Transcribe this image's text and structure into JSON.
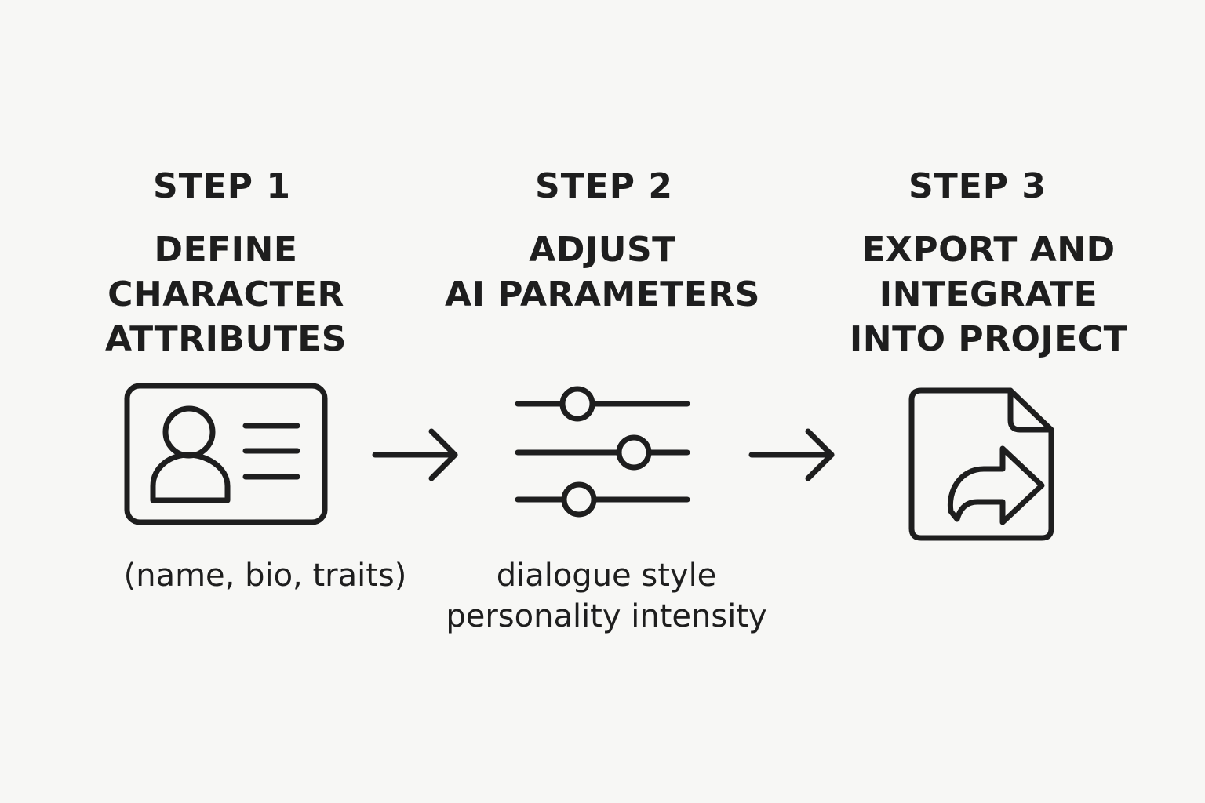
{
  "steps": [
    {
      "label": "STEP 1",
      "title_lines": [
        "DEFINE",
        "CHARACTER",
        "ATTRIBUTES"
      ],
      "icon": "id-card-icon",
      "note_lines": [
        "(name, bio, traits)"
      ]
    },
    {
      "label": "STEP 2",
      "title_lines": [
        "ADJUST",
        "AI PARAMETERS"
      ],
      "icon": "sliders-icon",
      "note_lines": [
        "dialogue style",
        "personality intensity"
      ]
    },
    {
      "label": "STEP 3",
      "title_lines": [
        "EXPORT AND",
        "INTEGRATE",
        "INTO PROJECT"
      ],
      "icon": "file-export-icon",
      "note_lines": []
    }
  ],
  "colors": {
    "background": "#f7f7f5",
    "ink": "#1e1e1e"
  }
}
